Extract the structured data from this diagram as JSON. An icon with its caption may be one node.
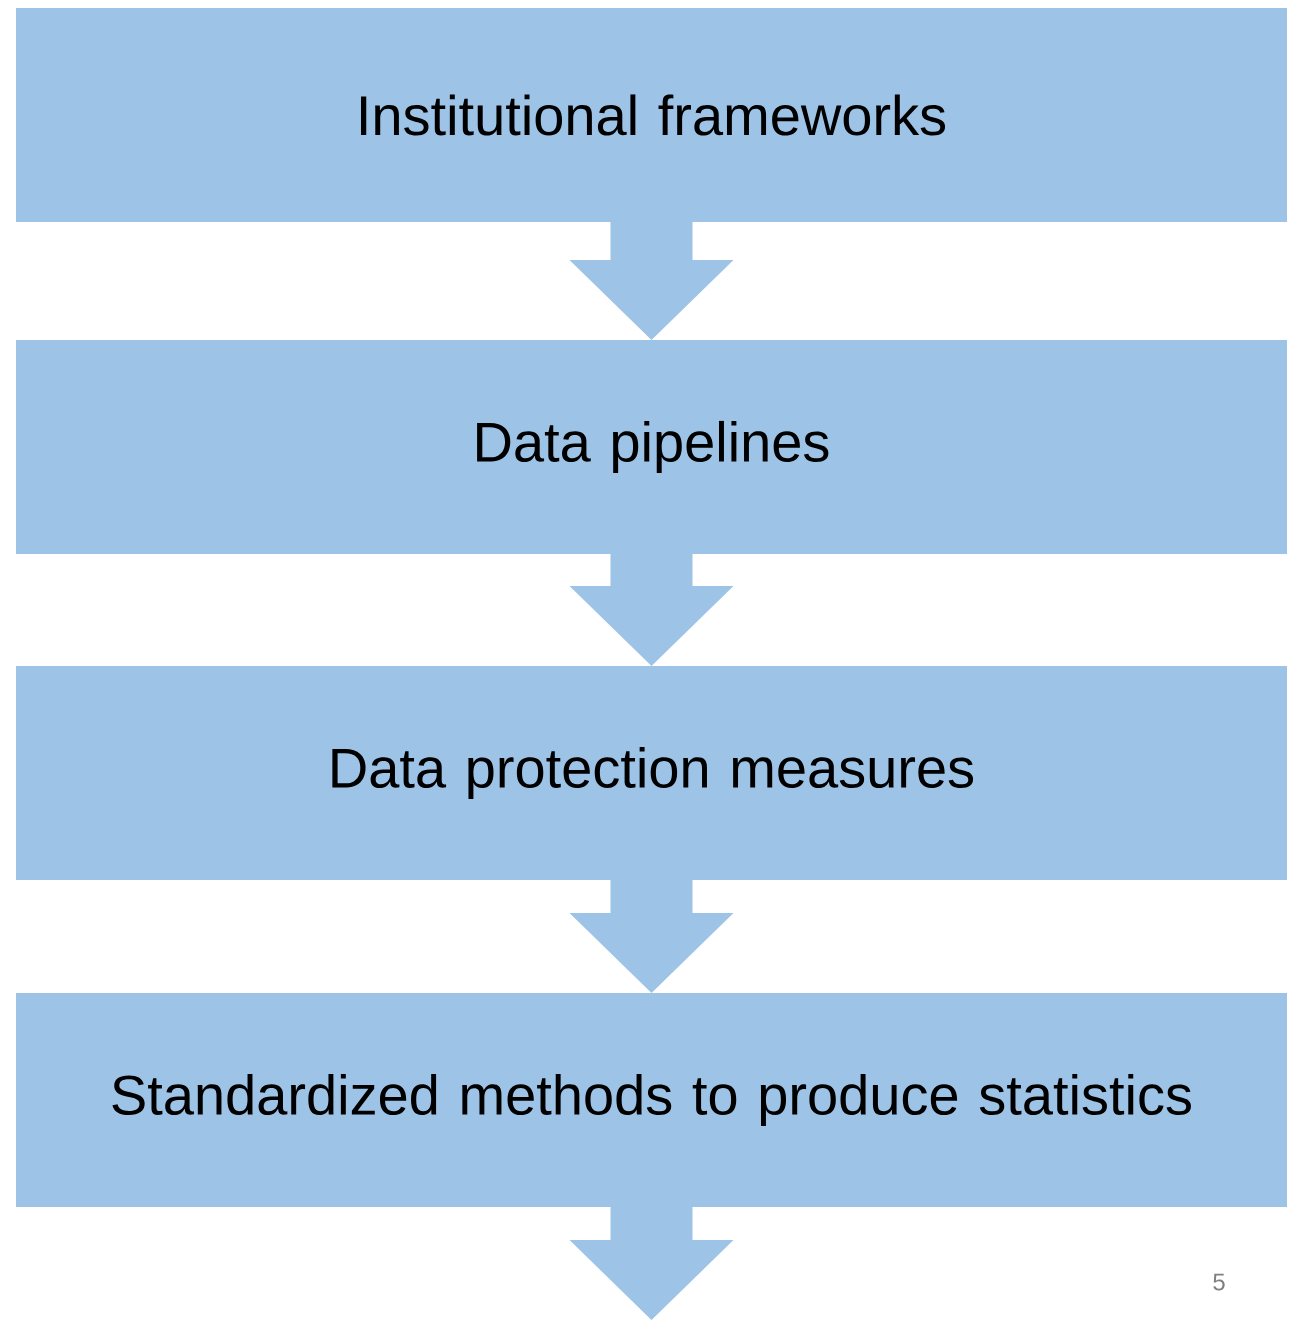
{
  "diagram": {
    "nodes": [
      {
        "text": [
          "Institutional frameworks"
        ]
      },
      {
        "text": [
          "Data pipelines"
        ]
      },
      {
        "text": [
          "Data protection measures"
        ]
      },
      {
        "text": [
          "Standardized methods to produce statistics"
        ]
      }
    ],
    "edges": [
      {
        "from": 0,
        "to": 1,
        "arrow": "to"
      },
      {
        "from": 1,
        "to": 2,
        "arrow": "to"
      },
      {
        "from": 2,
        "to": 3,
        "arrow": "to"
      },
      {
        "from": 3,
        "to": null,
        "arrow": "to"
      }
    ],
    "labels": [
      "5"
    ]
  }
}
